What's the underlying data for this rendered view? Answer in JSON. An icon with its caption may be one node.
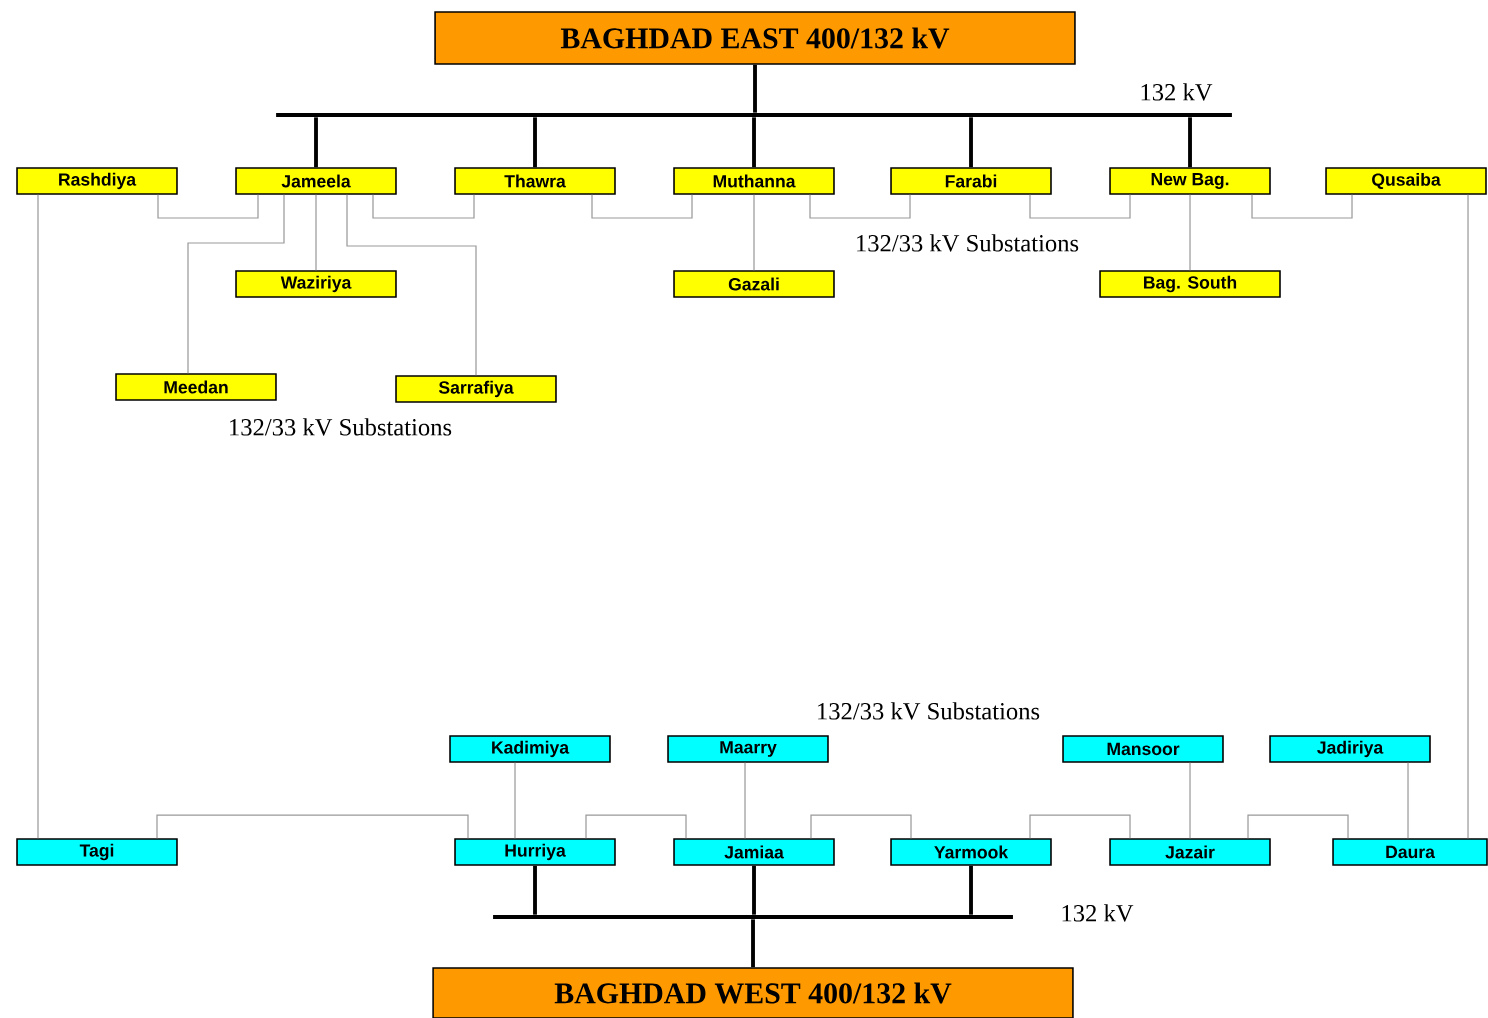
{
  "diagram": {
    "nodes": [
      {
        "text": [
          "BAGHDAD EAST 400/132 kV"
        ]
      },
      {
        "text": [],
        "shape": "bar",
        "beside": [
          "132 kV"
        ]
      },
      {
        "text": [
          "Rashdiya"
        ]
      },
      {
        "text": [
          "Jameela"
        ]
      },
      {
        "text": [
          "Thawra"
        ]
      },
      {
        "text": [
          "Muthanna"
        ]
      },
      {
        "text": [
          "Farabi"
        ]
      },
      {
        "text": [
          "New Bag."
        ]
      },
      {
        "text": [
          "Qusaiba"
        ]
      },
      {
        "text": [
          "Waziriya"
        ]
      },
      {
        "text": [
          "Gazali"
        ]
      },
      {
        "text": [
          "Bag. South"
        ]
      },
      {
        "text": [
          "Meedan"
        ]
      },
      {
        "text": [
          "Sarrafiya"
        ]
      },
      {
        "text": [
          "Kadimiya"
        ]
      },
      {
        "text": [
          "Maarry"
        ]
      },
      {
        "text": [
          "Mansoor"
        ]
      },
      {
        "text": [
          "Jadiriya"
        ]
      },
      {
        "text": [
          "Tagi"
        ]
      },
      {
        "text": [
          "Hurriya"
        ]
      },
      {
        "text": [
          "Jamiaa"
        ]
      },
      {
        "text": [
          "Yarmook"
        ]
      },
      {
        "text": [
          "Jazair"
        ]
      },
      {
        "text": [
          "Daura"
        ]
      },
      {
        "text": [],
        "shape": "bar",
        "beside": [
          "132 kV"
        ]
      },
      {
        "text": [
          "BAGHDAD WEST 400/132 kV"
        ]
      }
    ],
    "edges": [
      {
        "from": 0,
        "to": 1,
        "arrow": "none",
        "style": "thick",
        "color": "#000000"
      },
      {
        "from": 1,
        "to": 3,
        "arrow": "none",
        "style": "thick",
        "color": "#000000"
      },
      {
        "from": 1,
        "to": 4,
        "arrow": "none",
        "style": "thick",
        "color": "#000000"
      },
      {
        "from": 1,
        "to": 5,
        "arrow": "none",
        "style": "thick",
        "color": "#000000"
      },
      {
        "from": 1,
        "to": 6,
        "arrow": "none",
        "style": "thick",
        "color": "#000000"
      },
      {
        "from": 1,
        "to": 7,
        "arrow": "none",
        "style": "thick",
        "color": "#000000"
      },
      {
        "from": 2,
        "to": 3,
        "arrow": "none"
      },
      {
        "from": 3,
        "to": 4,
        "arrow": "none"
      },
      {
        "from": 4,
        "to": 5,
        "arrow": "none"
      },
      {
        "from": 5,
        "to": 6,
        "arrow": "none"
      },
      {
        "from": 6,
        "to": 7,
        "arrow": "none"
      },
      {
        "from": 7,
        "to": 8,
        "arrow": "none"
      },
      {
        "from": 3,
        "to": 9,
        "arrow": "none"
      },
      {
        "from": 3,
        "to": 12,
        "arrow": "none"
      },
      {
        "from": 3,
        "to": 13,
        "arrow": "none"
      },
      {
        "from": 5,
        "to": 10,
        "arrow": "none"
      },
      {
        "from": 7,
        "to": 11,
        "arrow": "none"
      },
      {
        "from": 2,
        "to": 18,
        "arrow": "none"
      },
      {
        "from": 8,
        "to": 23,
        "arrow": "none"
      },
      {
        "from": 18,
        "to": 19,
        "arrow": "none"
      },
      {
        "from": 19,
        "to": 20,
        "arrow": "none"
      },
      {
        "from": 20,
        "to": 21,
        "arrow": "none"
      },
      {
        "from": 21,
        "to": 22,
        "arrow": "none"
      },
      {
        "from": 22,
        "to": 23,
        "arrow": "none"
      },
      {
        "from": 14,
        "to": 19,
        "arrow": "none"
      },
      {
        "from": 15,
        "to": 20,
        "arrow": "none"
      },
      {
        "from": 16,
        "to": 22,
        "arrow": "none"
      },
      {
        "from": 17,
        "to": 23,
        "arrow": "none"
      },
      {
        "from": 19,
        "to": 24,
        "arrow": "none",
        "style": "thick",
        "color": "#000000"
      },
      {
        "from": 20,
        "to": 24,
        "arrow": "none",
        "style": "thick",
        "color": "#000000"
      },
      {
        "from": 21,
        "to": 24,
        "arrow": "none",
        "style": "thick",
        "color": "#000000"
      },
      {
        "from": 24,
        "to": 25,
        "arrow": "none",
        "style": "thick",
        "color": "#000000"
      }
    ],
    "labels": [
      "132/33 kV Substations",
      "132/33 kV Substations",
      "132/33 kV Substations"
    ]
  }
}
